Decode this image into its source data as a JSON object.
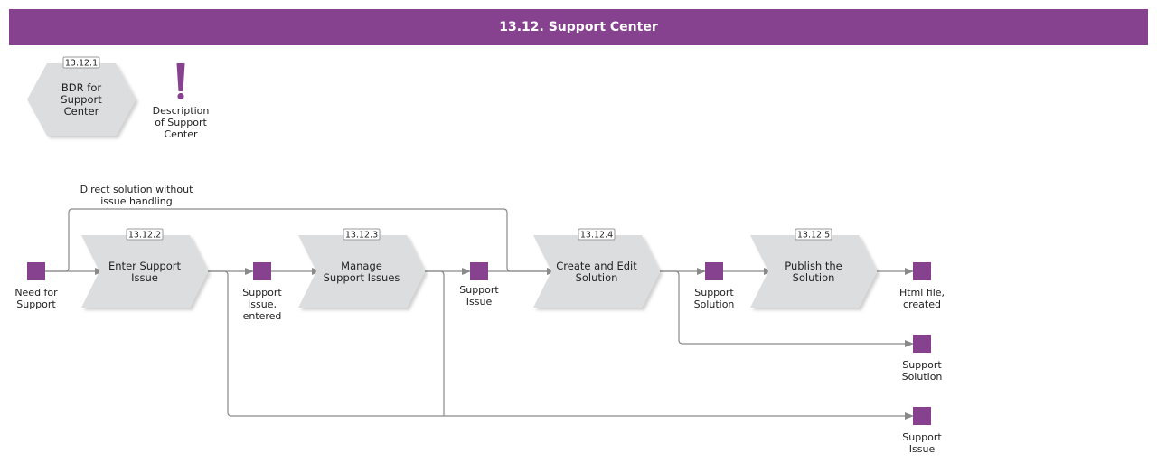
{
  "header": {
    "title": "13.12. Support Center"
  },
  "colors": {
    "accent": "#87428f",
    "shape_fill": "#dcdddf",
    "connector": "#8a8a8a"
  },
  "top_items": {
    "bdr": {
      "id": "13.12.1",
      "label": [
        "BDR for",
        "Support",
        "Center"
      ]
    },
    "description": {
      "label": [
        "Description",
        "of Support",
        "Center"
      ],
      "icon": "exclamation-icon"
    }
  },
  "functions": [
    {
      "id": "13.12.2",
      "label": [
        "Enter Support",
        "Issue"
      ]
    },
    {
      "id": "13.12.3",
      "label": [
        "Manage",
        "Support Issues"
      ]
    },
    {
      "id": "13.12.4",
      "label": [
        "Create and Edit",
        "Solution"
      ]
    },
    {
      "id": "13.12.5",
      "label": [
        "Publish the",
        "Solution"
      ]
    }
  ],
  "events": [
    {
      "label": [
        "Need for",
        "Support"
      ]
    },
    {
      "label": [
        "Support",
        "Issue,",
        "entered"
      ]
    },
    {
      "label": [
        "Support",
        "Issue"
      ]
    },
    {
      "label": [
        "Support",
        "Solution"
      ]
    },
    {
      "label": [
        "Html file,",
        "created"
      ]
    },
    {
      "label": [
        "Support",
        "Solution"
      ]
    },
    {
      "label": [
        "Support",
        "Issue"
      ]
    }
  ],
  "annotations": {
    "bypass": [
      "Direct solution without",
      "issue handling"
    ]
  }
}
